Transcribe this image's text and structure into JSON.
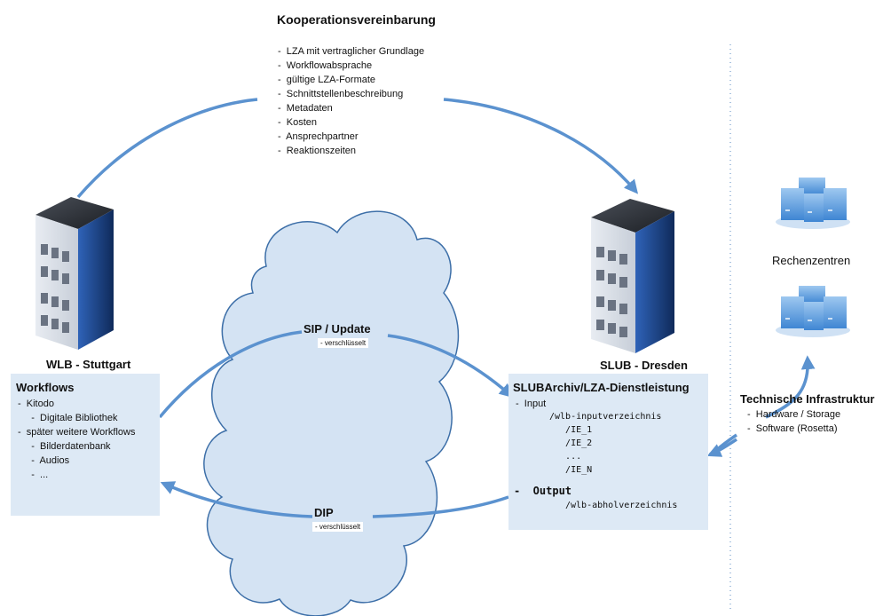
{
  "agreement": {
    "title": "Kooperationsvereinbarung",
    "items": [
      "-  LZA mit vertraglicher Grundlage",
      "-  Workflowabsprache",
      "-  gültige LZA-Formate",
      "-  Schnittstellenbeschreibung",
      "-  Metadaten",
      "-  Kosten",
      "-  Ansprechpartner",
      "-  Reaktionszeiten"
    ]
  },
  "wlb": {
    "label": "WLB - Stuttgart",
    "box_title": "Workflows",
    "items": [
      "-  Kitodo",
      "     -  Digitale Bibliothek",
      "",
      "-  später weitere Workflows",
      "     -  Bilderdatenbank",
      "     -  Audios",
      "     -  ..."
    ]
  },
  "slub": {
    "label": "SLUB - Dresden",
    "box_title": "SLUBArchiv/LZA-Dienstleistung",
    "input_label": "-  Input",
    "input_paths": [
      "/wlb-inputverzeichnis",
      "   /IE_1",
      "   /IE_2",
      "   ...",
      "   /IE_N"
    ],
    "output_label": "-  Output",
    "output_path": "/wlb-abholverzeichnis"
  },
  "flows": {
    "sip_label": "SIP / Update",
    "sip_sub": "- verschlüsselt",
    "dip_label": "DIP",
    "dip_sub": "- verschlüsselt"
  },
  "infra": {
    "datacenters_label": "Rechenzentren",
    "title": "Technische Infrastruktur",
    "items": [
      "-  Hardware / Storage",
      "-  Software (Rosetta)"
    ]
  },
  "colors": {
    "arrow": "#5b92cf",
    "cloud_fill": "#d4e3f3",
    "cloud_stroke": "#3d6fa8",
    "box_fill": "#dde9f5",
    "divider": "#8fb0d6"
  }
}
